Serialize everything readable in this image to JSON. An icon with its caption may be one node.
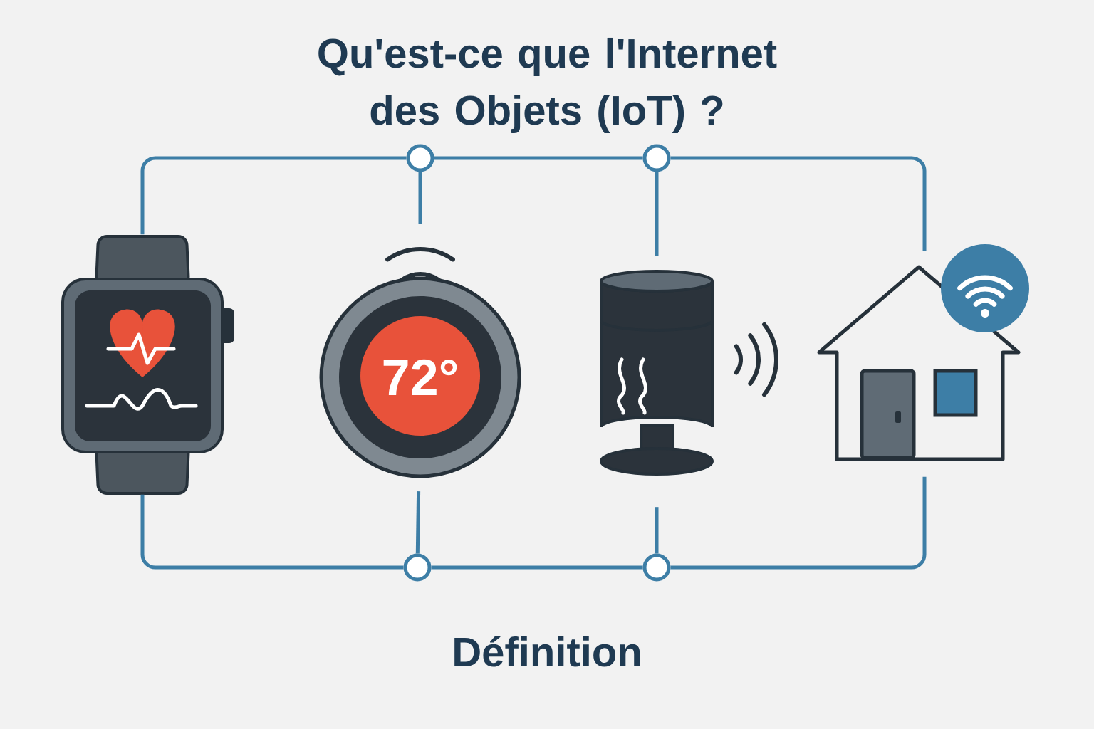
{
  "diagram": {
    "title": "Qu'est-ce que l'Internet des Objets (IoT) ?",
    "caption": "Définition",
    "nodes": [
      {
        "text": [],
        "shape": "picture"
      },
      {
        "text": [
          "72°"
        ]
      },
      {
        "text": [],
        "shape": "picture"
      },
      {
        "text": [],
        "shape": "picture"
      },
      {
        "text": [],
        "shape": "circle"
      },
      {
        "text": [],
        "shape": "circle"
      },
      {
        "text": [],
        "shape": "circle"
      },
      {
        "text": [],
        "shape": "circle"
      }
    ],
    "edges": [
      {
        "from": 0,
        "to": 4,
        "arrow": "none"
      },
      {
        "from": 4,
        "to": 5,
        "arrow": "none"
      },
      {
        "from": 5,
        "to": 3,
        "arrow": "none"
      },
      {
        "from": 4,
        "to": 1,
        "arrow": "none"
      },
      {
        "from": 5,
        "to": 2,
        "arrow": "none"
      },
      {
        "from": 0,
        "to": 6,
        "arrow": "none"
      },
      {
        "from": 6,
        "to": 7,
        "arrow": "none"
      },
      {
        "from": 7,
        "to": 3,
        "arrow": "none"
      },
      {
        "from": 6,
        "to": 1,
        "arrow": "none"
      },
      {
        "from": 7,
        "to": 2,
        "arrow": "none"
      }
    ]
  }
}
